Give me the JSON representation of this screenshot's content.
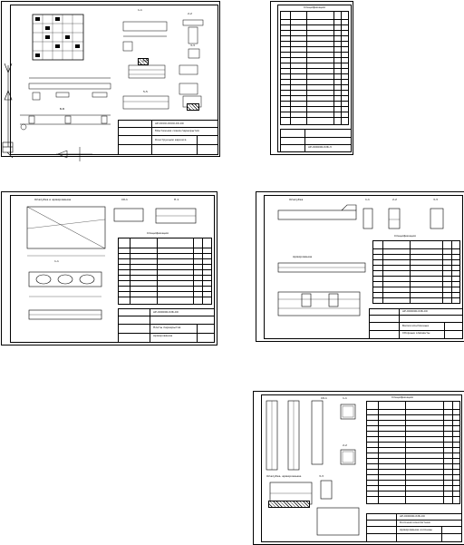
{
  "sheets": [
    {
      "id": "sheet-1",
      "drawing_code": "AP-XXXX-XXXX-XX-00",
      "labels": [
        "1-1",
        "2-2",
        "3-3",
        "4-4",
        "5-5",
        "Б-Б"
      ],
      "title_lines": [
        "Монтажная схема перекрытия",
        "Конструкции каркаса"
      ]
    },
    {
      "id": "sheet-2",
      "drawing_code": "АР-000000-КЖ-3",
      "spec_title": "Спецификация",
      "labels": []
    },
    {
      "id": "sheet-3",
      "drawing_code": "АР-000000-КЖ-00",
      "spec_title": "Спецификация",
      "labels": [
        "Опалубка и армирование",
        "Сб-1",
        "П-1",
        "1-1"
      ],
      "title_lines": [
        "Плиты перекрытия",
        "Армирование"
      ]
    },
    {
      "id": "sheet-4",
      "drawing_code": "АР-000000-КЖ-00",
      "spec_title": "Спецификация",
      "labels": [
        "Опалубка",
        "1-1",
        "2-2",
        "3-3",
        "Армирование"
      ],
      "title_lines": [
        "Балки монтажные",
        "Сборные элементы"
      ]
    },
    {
      "id": "sheet-5",
      "drawing_code": "АР-000000-КЖ-00",
      "spec_title": "Спецификация",
      "labels": [
        "Сб-1",
        "1-1",
        "2-2",
        "3-3",
        "Опалубка, армирование"
      ],
      "title_lines": [
        "Колонна монолитная",
        "Армирование колонны"
      ]
    }
  ]
}
